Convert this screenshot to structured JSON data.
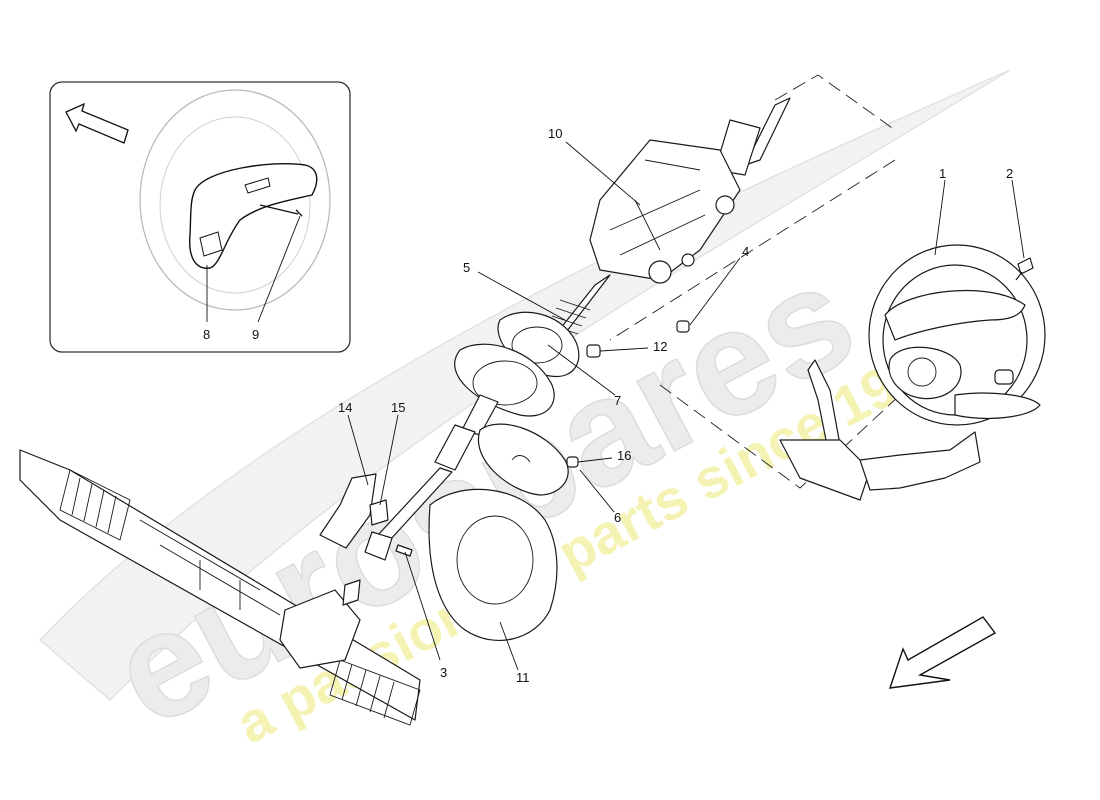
{
  "watermark": {
    "brand": "eurospares",
    "tagline": "a passion for parts since 1985",
    "brand_color": "#e6e6e6",
    "tagline_color": "#eeea7c"
  },
  "callouts": [
    "1",
    "2",
    "3",
    "4",
    "5",
    "6",
    "7",
    "8",
    "9",
    "10",
    "11",
    "12",
    "14",
    "15",
    "16"
  ],
  "icons": {
    "inset_arrow": "direction-arrow-icon",
    "main_arrow": "direction-arrow-icon"
  }
}
